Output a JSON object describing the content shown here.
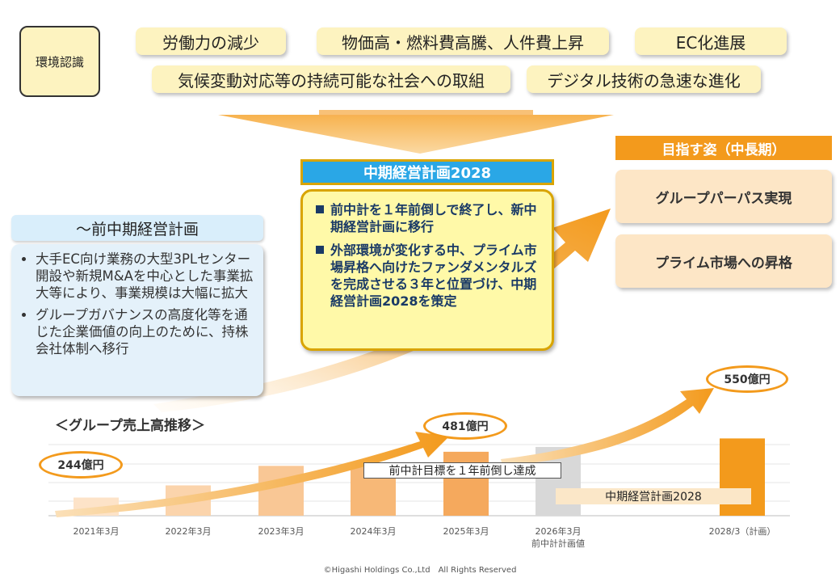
{
  "environment": {
    "label": "環境認識",
    "factors": [
      "労働力の減少",
      "物価高・燃料費高騰、人件費上昇",
      "EC化進展",
      "気候変動対応等の持続可能な社会への取組",
      "デジタル技術の急速な進化"
    ]
  },
  "previous_plan": {
    "title": "～前中期経営計画",
    "bullets": [
      "大手EC向け業務の大型3PLセンター開設や新規M&Aを中心とした事業拡大等により、事業規模は大幅に拡大",
      "グループガバナンスの高度化等を通じた企業価値の向上のために、持株会社体制へ移行"
    ]
  },
  "new_plan": {
    "title": "中期経営計画2028",
    "items": [
      "前中計を１年前倒しで終了し、新中期経営計画に移行",
      "外部環境が変化する中、プライム市場昇格へ向けたファンダメンタルズを完成させる３年と位置づけ、中期経営計画2028を策定"
    ]
  },
  "goal": {
    "title": "目指す姿（中長期）",
    "items": [
      "グループパーパス実現",
      "プライム市場への昇格"
    ]
  },
  "colors": {
    "accent": "#f39a1c",
    "plan_blue": "#2aa7e6",
    "plan_yellow": "#fff9a8"
  },
  "chart_data": {
    "type": "bar",
    "title": "＜グループ売上高推移＞",
    "categories": [
      "2021年3月",
      "2022年3月",
      "2023年3月",
      "2024年3月",
      "2025年3月",
      "2026年3月",
      "2028/3（計画）"
    ],
    "category_sublabels": [
      "",
      "",
      "",
      "",
      "",
      "前中計計画値",
      ""
    ],
    "values": [
      244,
      307,
      408,
      420,
      481,
      506,
      550
    ],
    "bar_colors": [
      "#fde3c8",
      "#fbd4ac",
      "#f9c795",
      "#f7b877",
      "#f5a95d",
      "#d8d8d8",
      "#f39a1c"
    ],
    "ylim": [
      150,
      560
    ],
    "callouts": [
      {
        "category_index": 0,
        "text": "244億円"
      },
      {
        "category_index": 4,
        "text": "481億円"
      },
      {
        "category_index": 6,
        "text": "550億円"
      }
    ],
    "annotations": [
      "前中計目標を１年前倒し達成",
      "中期経営計画2028"
    ]
  },
  "footer": "©Higashi Holdings Co.,Ltd　All Rights Reserved"
}
